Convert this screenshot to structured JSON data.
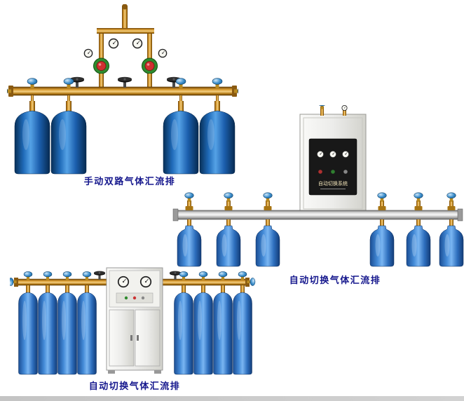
{
  "page": {
    "background": "#ffffff",
    "footer_bar_color": "#c9c9c9"
  },
  "products": [
    {
      "caption": "手动双路气体汇流排",
      "type": "manual-dual-gas-manifold",
      "cylinders": 4
    },
    {
      "caption": "自动切换气体汇流排",
      "type": "auto-switch-gas-manifold-wall-cabinet",
      "cylinders": 6,
      "cabinet_label": "自动切换系统"
    },
    {
      "caption": "自动切换气体汇流排",
      "type": "auto-switch-gas-manifold-floor-cabinet",
      "cylinders": 8
    }
  ],
  "colors": {
    "caption": "#15178d",
    "cylinder_dark": "#0a3668",
    "cylinder_light": "#55a2e6",
    "brass": "#d89a2e",
    "silver_pipe": "#d8d8d8",
    "knob_blue": "#2a7fc0",
    "cabinet": "#ececea"
  }
}
